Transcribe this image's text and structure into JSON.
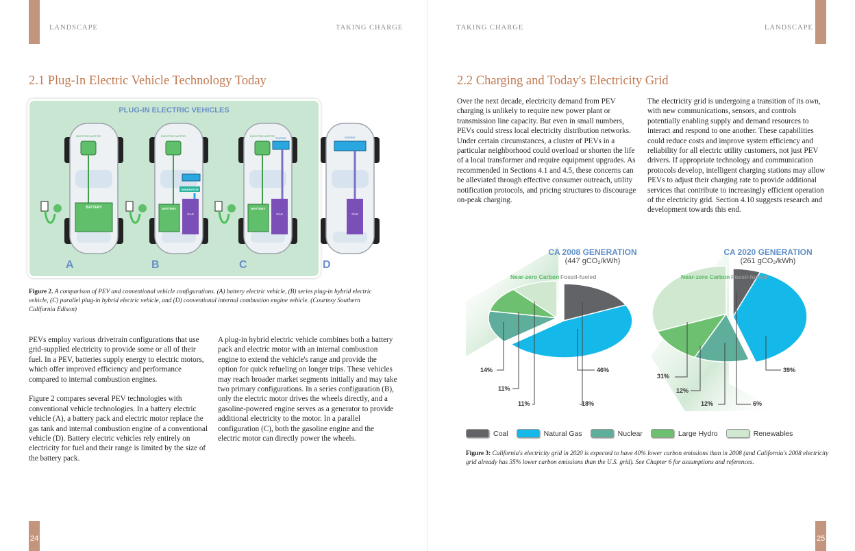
{
  "left_page": {
    "running_left": "LANDSCAPE",
    "running_right": "TAKING CHARGE",
    "page_number": "24",
    "heading": "2.1 Plug-In Electric Vehicle Technology Today",
    "figure2": {
      "title": "PLUG-IN ELECTRIC VEHICLES",
      "letters": [
        "A",
        "B",
        "C",
        "D"
      ],
      "labels": {
        "electric_motor": "ELECTRIC MOTOR",
        "battery": "BATTERY",
        "generator": "GENERATOR",
        "engine": "ENGINE",
        "gas": "GAS"
      },
      "caption_label": "Figure 2.",
      "caption": " A comparison of PEV and conventional vehicle configurations. (A) battery electric vehicle, (B) series plug-in hybrid electric vehicle, (C) parallel plug-in hybrid electric vehicle, and (D) conventional internal combustion engine vehicle. (Courtesy Southern California Edison)"
    },
    "col1": [
      "PEVs employ various drivetrain configurations that use grid-supplied electricity to provide some or all of their fuel. In a PEV, batteries supply energy to electric motors, which offer improved efficiency and performance compared to internal combustion engines.",
      "Figure 2 compares several PEV technologies with conventional vehicle technologies. In a battery electric vehicle (A), a battery pack and electric motor replace the gas tank and internal combustion engine of a conventional vehicle (D). Battery electric vehicles rely entirely on electricity for fuel and their range is limited by the size of the battery pack."
    ],
    "col2": [
      "A plug-in hybrid electric vehicle combines both a battery pack and electric motor with an internal combustion engine to extend the vehicle's range and provide the option for quick refueling on longer trips. These vehicles may reach broader market segments initially and may take two primary configurations. In a series configuration (B), only the electric motor drives the wheels directly, and a gasoline-powered engine serves as a generator to provide additional electricity to the motor. In a parallel configuration (C), both the gasoline engine and the electric motor can directly power the wheels."
    ]
  },
  "right_page": {
    "running_left": "TAKING CHARGE",
    "running_right": "LANDSCAPE",
    "page_number": "25",
    "heading": "2.2 Charging and Today's Electricity Grid",
    "col1": [
      "Over the next decade, electricity demand from PEV charging is unlikely to require new power plant or transmission line capacity. But even in small numbers, PEVs could stress local electricity distribution networks. Under certain circumstances, a cluster of PEVs in a particular neighborhood could overload or shorten the life of a local transformer and require equipment upgrades. As recommended in Sections 4.1 and 4.5, these concerns can be alleviated through effective consumer outreach, utility notification protocols, and pricing structures to discourage on-peak charging."
    ],
    "col2": [
      "The electricity grid is undergoing a transition of its own, with new communications, sensors, and controls potentially enabling supply and demand resources to interact and respond to one another. These capabilities could reduce costs and improve system efficiency and reliability for all electric utility customers, not just PEV drivers. If appropriate technology and communication protocols develop, intelligent charging stations may allow PEVs to adjust their charging rate to provide additional services that contribute to increasingly efficient operation of the electricity grid. Section 4.10 suggests research and development towards this end."
    ],
    "figure3": {
      "caption_label": "Figure 3:",
      "caption": " California's electricity grid in 2020 is expected to have 40% lower carbon emissions than in 2008 (and California's 2008 electricity grid already has 35% lower carbon emissions than the U.S. grid). See Chapter 6 for assumptions and references."
    }
  },
  "chart_data": [
    {
      "type": "pie",
      "title": "CA 2008 GENERATION",
      "subtitle": "(447 gCO₂/kWh)",
      "group_labels": [
        "Near-zero Carbon",
        "Fossil-fueled"
      ],
      "categories": [
        "Coal",
        "Natural Gas",
        "Nuclear",
        "Large Hydro",
        "Renewables"
      ],
      "values": [
        18,
        46,
        14,
        11,
        11
      ],
      "labels": [
        "18%",
        "46%",
        "14%",
        "11%",
        "11%"
      ]
    },
    {
      "type": "pie",
      "title": "CA 2020 GENERATION",
      "subtitle": "(261 gCO₂/kWh)",
      "group_labels": [
        "Near-zero Carbon",
        "Fossil-fueled"
      ],
      "categories": [
        "Coal",
        "Natural Gas",
        "Nuclear",
        "Large Hydro",
        "Renewables"
      ],
      "values": [
        6,
        39,
        12,
        12,
        31
      ],
      "labels": [
        "6%",
        "39%",
        "12%",
        "12%",
        "31%"
      ]
    }
  ],
  "legend": {
    "items": [
      "Coal",
      "Natural Gas",
      "Nuclear",
      "Large Hydro",
      "Renewables"
    ],
    "colors": [
      "#616366",
      "#14b9ea",
      "#5fae9c",
      "#6cc070",
      "#cfe8cf"
    ]
  }
}
